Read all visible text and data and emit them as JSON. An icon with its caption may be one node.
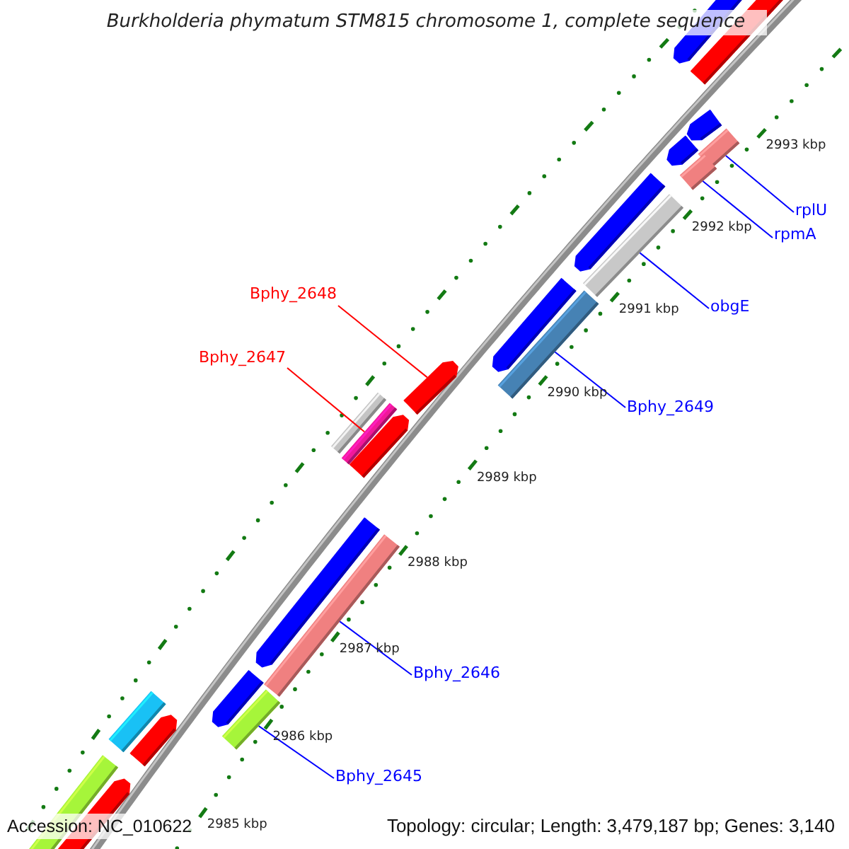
{
  "diagram": {
    "title": "Burkholderia phymatum STM815 chromosome 1, complete sequence",
    "nodes": [
      {
        "text": [
          "rplU"
        ]
      },
      {
        "text": [],
        "shape": "bar"
      },
      {
        "text": [
          "rpmA"
        ]
      },
      {
        "text": [],
        "shape": "bar"
      },
      {
        "text": [
          "obgE"
        ]
      },
      {
        "text": [],
        "shape": "bar"
      },
      {
        "text": [
          "Bphy_2648"
        ]
      },
      {
        "text": [],
        "shape": "bar"
      },
      {
        "text": [
          "Bphy_2647"
        ]
      },
      {
        "text": [],
        "shape": "bar"
      },
      {
        "text": [
          "Bphy_2649"
        ]
      },
      {
        "text": [],
        "shape": "bar"
      },
      {
        "text": [
          "Bphy_2646"
        ]
      },
      {
        "text": [],
        "shape": "bar"
      },
      {
        "text": [
          "Bphy_2645"
        ]
      },
      {
        "text": [],
        "shape": "bar"
      }
    ],
    "edges": [
      {
        "from": 0,
        "to": 1,
        "arrow": "none"
      },
      {
        "from": 2,
        "to": 3,
        "arrow": "none"
      },
      {
        "from": 4,
        "to": 5,
        "arrow": "none"
      },
      {
        "from": 6,
        "to": 7,
        "arrow": "none",
        "color": "#ff0000"
      },
      {
        "from": 8,
        "to": 9,
        "arrow": "none",
        "color": "#ff0000"
      },
      {
        "from": 10,
        "to": 11,
        "arrow": "none"
      },
      {
        "from": 12,
        "to": 13,
        "arrow": "none"
      },
      {
        "from": 14,
        "to": 15,
        "arrow": "none"
      }
    ],
    "labels": [
      "2993 kbp",
      "2992 kbp",
      "2991 kbp",
      "2990 kbp",
      "2989 kbp",
      "2988 kbp",
      "2987 kbp",
      "2986 kbp",
      "Accession: NC_010622",
      "2985 kbp",
      "Topology: circular; Length: 3,479,187 bp; Genes: 3,140"
    ]
  }
}
